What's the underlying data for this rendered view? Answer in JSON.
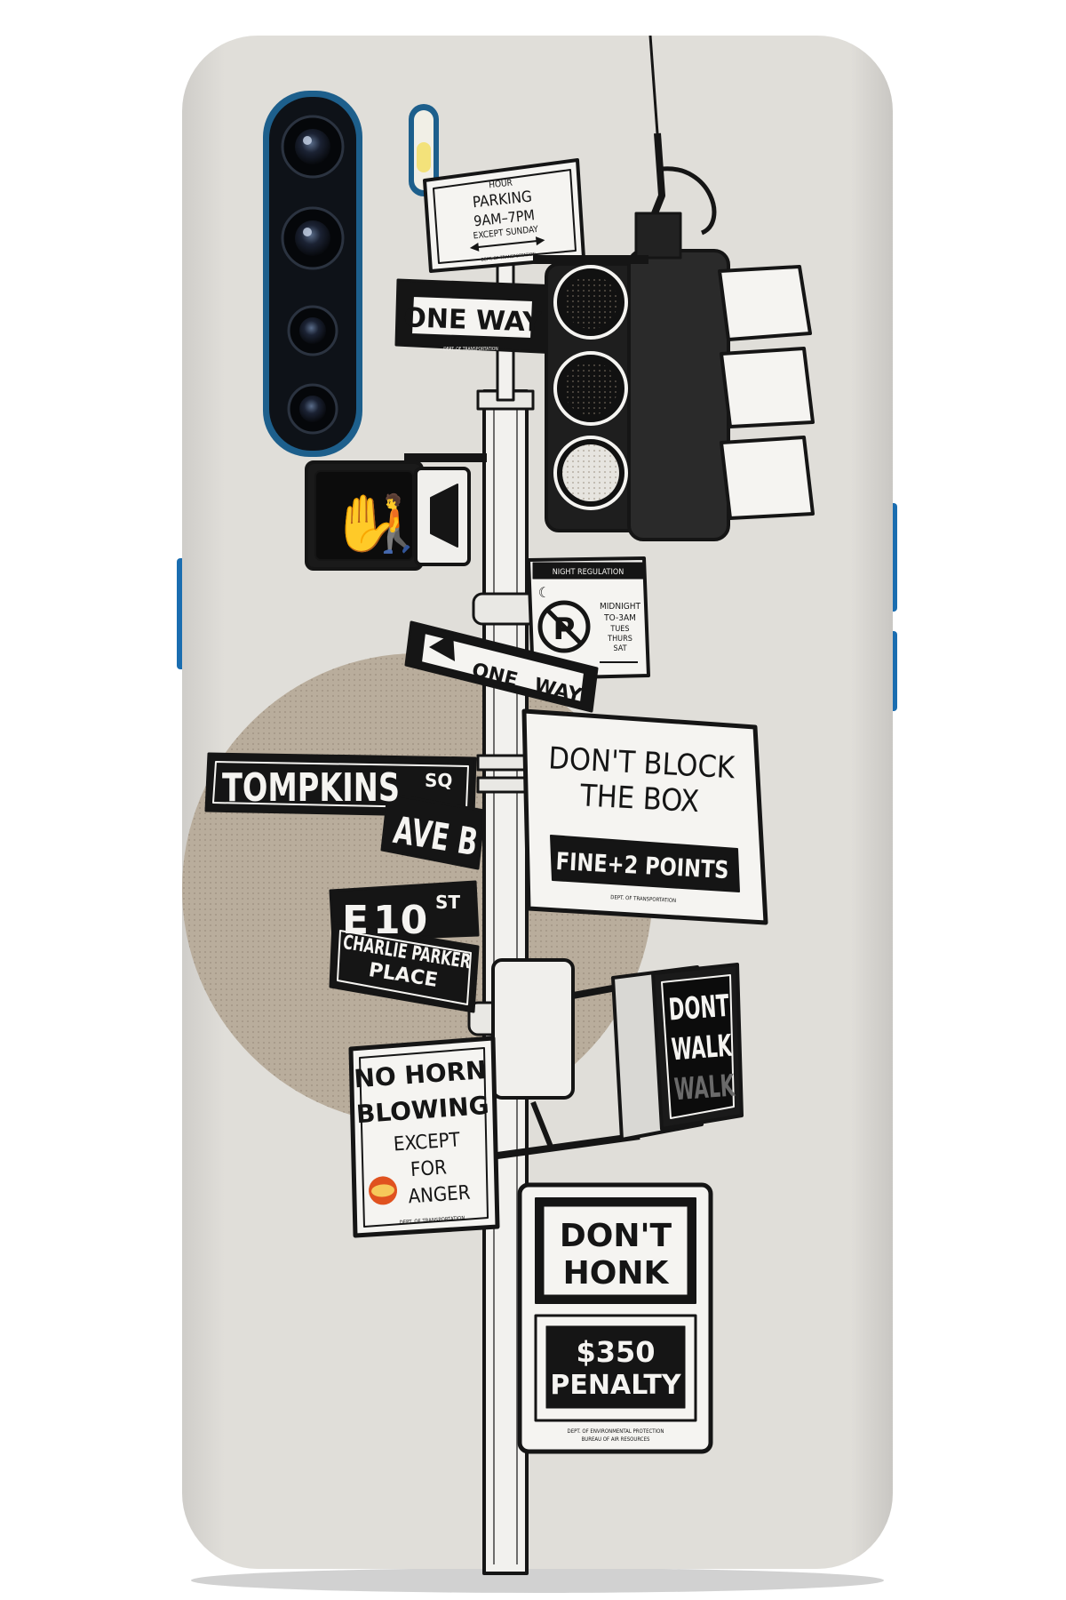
{
  "colors": {
    "case": "#dedcd8",
    "disc": "#b9ad9c",
    "ink": "#151515",
    "sign_white": "#f5f4f1",
    "frame_blue": "#1d5f8c",
    "side_button_blue": "#1a6db0",
    "flash_yellow": "#f3e27a"
  },
  "icons": {
    "camera": "camera-lens-icon",
    "flash": "flash-icon",
    "no_parking": "no-parking-icon",
    "moon": "moon-icon",
    "walk_hand": "pedestrian-hand-icon",
    "walk_person": "pedestrian-walking-icon",
    "fast_food_logo": "fast-food-logo-icon"
  },
  "signs": {
    "parking": {
      "line1": "HOUR",
      "line2": "PARKING",
      "line3": "9AM–7PM",
      "line4": "EXCEPT SUNDAY",
      "footer": "DEPT. OF TRANSPORTATION"
    },
    "one_way_top": {
      "text": "ONE WAY",
      "footer": "DEPT. OF TRANSPORTATION"
    },
    "night_regulation": {
      "header": "NIGHT REGULATION",
      "line1": "MIDNIGHT",
      "line2": "TO-3AM",
      "line3": "TUES",
      "line4": "THURS",
      "line5": "SAT"
    },
    "one_way_arrow": {
      "text1": "ONE",
      "text2": "WAY"
    },
    "tompkins": {
      "name": "TOMPKINS",
      "suffix": "SQ"
    },
    "ave_b": {
      "text": "AVE B"
    },
    "e10": {
      "prefix": "E",
      "number": "10",
      "suffix": "ST"
    },
    "charlie_parker": {
      "line1": "CHARLIE PARKER",
      "line2": "PLACE"
    },
    "dont_block": {
      "line1": "DON'T BLOCK",
      "line2": "THE BOX",
      "panel": "FINE+2 POINTS",
      "footer": "DEPT. OF TRANSPORTATION"
    },
    "dont_walk": {
      "line1": "DONT",
      "line2": "WALK",
      "line3": "WALK"
    },
    "no_horn": {
      "line1": "NO HORN",
      "line2": "BLOWING",
      "line3": "EXCEPT",
      "line4": "FOR",
      "line5": "ANGER",
      "footer": "DEPT. OF TRANSPORTATION"
    },
    "dont_honk": {
      "line1": "DON'T",
      "line2": "HONK",
      "line3": "$350",
      "line4": "PENALTY",
      "footer1": "DEPT. OF ENVIRONMENTAL PROTECTION",
      "footer2": "BUREAU OF AIR RESOURCES"
    }
  }
}
